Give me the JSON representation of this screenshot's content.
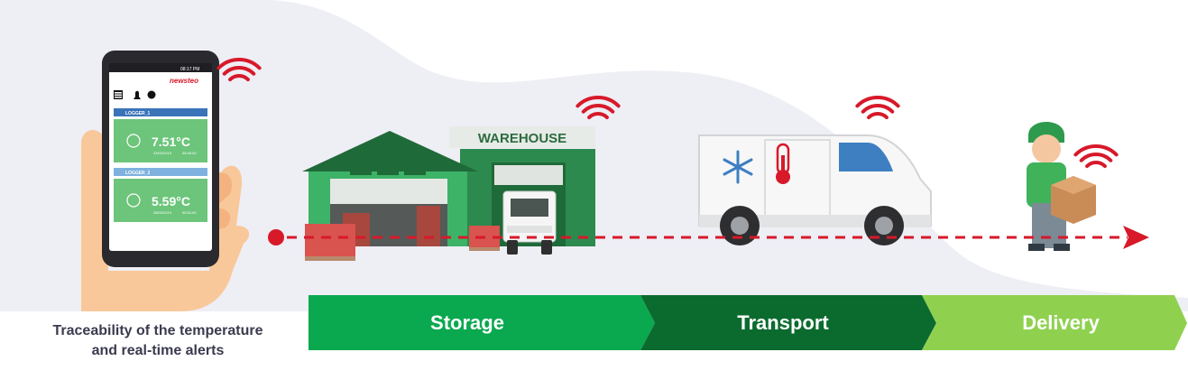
{
  "caption": {
    "line1": "Traceability of the temperature",
    "line2": "and real-time alerts"
  },
  "phone": {
    "status_time": "08:17 PM",
    "brand": "newsteo",
    "loggers": [
      {
        "name": "LOGGER_1",
        "temperature": "7.51°C",
        "date": "23/02/2019",
        "time": "05:49:00"
      },
      {
        "name": "LOGGER_2",
        "temperature": "5.59°C",
        "date": "28/02/2019",
        "time": "05:51:00"
      }
    ]
  },
  "warehouse": {
    "sign": "WAREHOUSE"
  },
  "stages": [
    {
      "label": "Storage",
      "color": "#0aa84f"
    },
    {
      "label": "Transport",
      "color": "#0b6b2e"
    },
    {
      "label": "Delivery",
      "color": "#8fd14f"
    }
  ],
  "colors": {
    "signal": "#d7192a",
    "route": "#d7192a",
    "background_blob": "#eeeef5"
  },
  "icons": [
    "wifi-signal-icon",
    "snowflake-icon",
    "thermometer-icon",
    "menu-icon",
    "bell-icon",
    "help-icon"
  ]
}
